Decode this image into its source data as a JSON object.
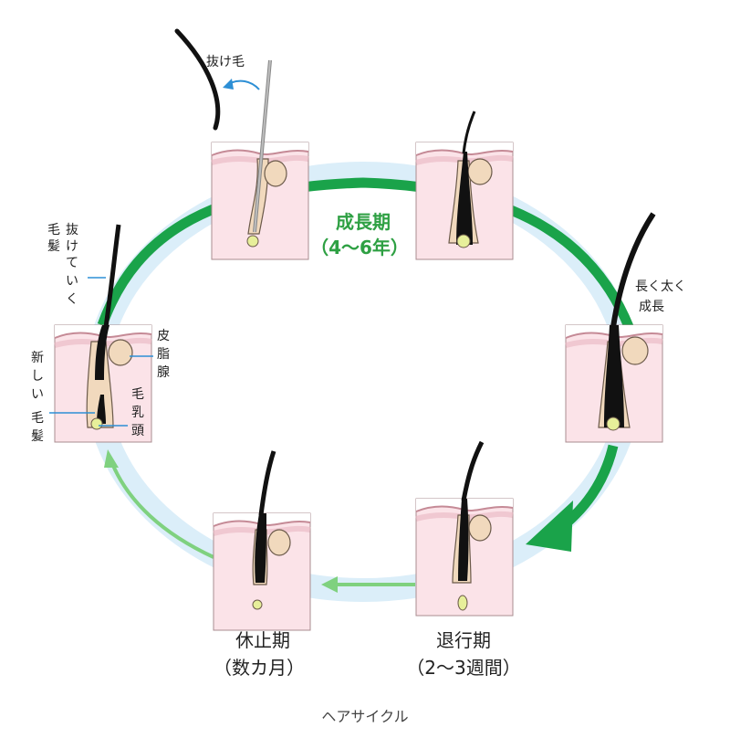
{
  "caption": "ヘアサイクル",
  "phases": {
    "growth": {
      "name": "成長期",
      "duration": "（4〜6年）"
    },
    "regression": {
      "name": "退行期",
      "duration": "（2〜3週間）"
    },
    "resting": {
      "name": "休止期",
      "duration": "（数カ月）"
    }
  },
  "annotations": {
    "falling_hair": "抜け毛",
    "grow_long_thick": [
      "長く太く",
      "成長"
    ],
    "hair_falling_out": [
      "抜",
      "け",
      "て",
      "い",
      "く"
    ],
    "hair_col": [
      "毛",
      "髪"
    ],
    "sebaceous_gland": [
      "皮",
      "脂",
      "腺"
    ],
    "new_hair": [
      "新",
      "し",
      "い",
      "毛",
      "髪"
    ],
    "dermal_papilla": [
      "毛",
      "乳",
      "頭"
    ]
  },
  "colors": {
    "ring_light": "#dbeef9",
    "arrow_dark_green": "#1aa34a",
    "arrow_light_green": "#7fd17f",
    "skin": "#fbe3e8",
    "skin_top": "#e8b4bf",
    "follicle": "#f1d9bd",
    "hair": "#111111",
    "papilla": "#e7ef9a",
    "blue_line": "#2d8fd5"
  }
}
